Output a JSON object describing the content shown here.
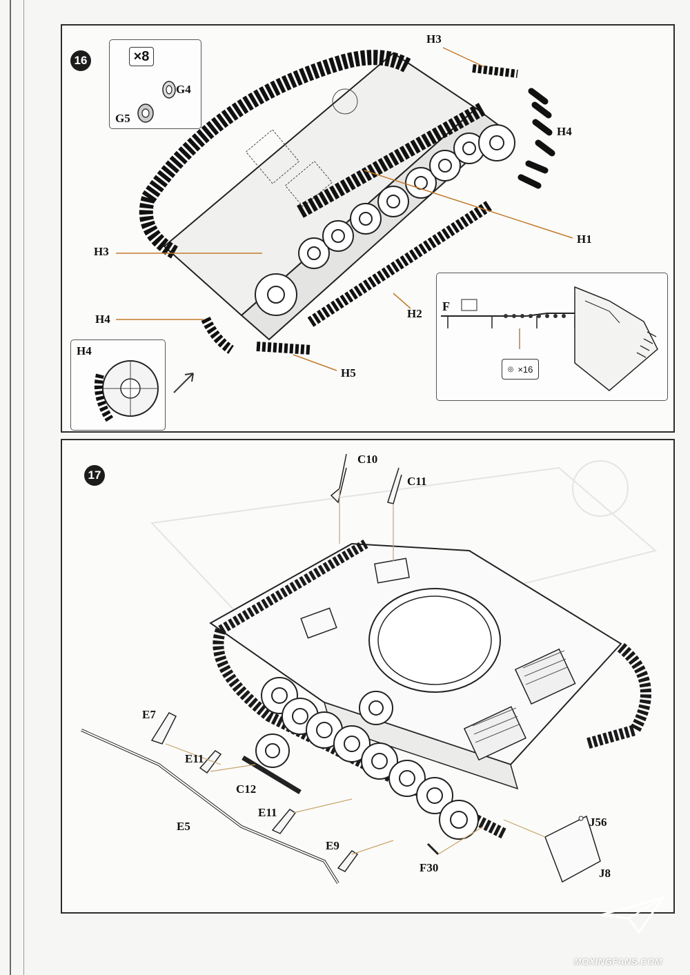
{
  "step16": {
    "number": "16",
    "parts_inset": {
      "qty": "×8",
      "parts": [
        "G4",
        "G5"
      ]
    },
    "callouts": {
      "h3_top": "H3",
      "h4_right": "H4",
      "h1": "H1",
      "h3_left": "H3",
      "h4_left": "H4",
      "h2": "H2",
      "h5": "H5"
    },
    "wheel_inset": {
      "label": "H4"
    },
    "detail_inset": {
      "sprue": "F",
      "qty": "×16"
    }
  },
  "step17": {
    "number": "17",
    "callouts": {
      "c10": "C10",
      "c11": "C11",
      "e7": "E7",
      "e11_a": "E11",
      "c12": "C12",
      "e11_b": "E11",
      "e5": "E5",
      "e9": "E9",
      "f30": "F30",
      "j56": "J56",
      "j8": "J8"
    }
  },
  "watermark": "MOXINGFANS.COM",
  "colors": {
    "callout_line": "#c27a2a",
    "leader_line": "#c9a46a",
    "ink": "#1a1a1a"
  }
}
